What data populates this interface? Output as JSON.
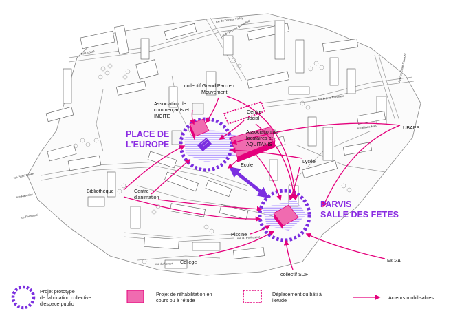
{
  "colors": {
    "magenta": "#e4007c",
    "magenta_fill": "#f06bb0",
    "violet": "#8a2be2",
    "violet_dots": "#7b2fe0",
    "hatch": "#b9a2ff"
  },
  "places": {
    "place_europe": [
      "PLACE DE",
      "L'EUROPE"
    ],
    "parvis": [
      "PARVIS",
      "SALLE DES FETES"
    ]
  },
  "actors": {
    "grand_parc": [
      "collectif Grand Parc en",
      "Mouvement"
    ],
    "commercants": [
      "Association de",
      "commerçants et",
      "INCITE"
    ],
    "centre_social": [
      "Centre",
      "social"
    ],
    "locataires": [
      "Association de",
      "locataires et",
      "AQUITANIS"
    ],
    "ecole": "Ecole",
    "lycee": "Lycée",
    "ubaps": "UBAPS",
    "bibliotheque": "Bibliothèque",
    "centre_animation": [
      "Centre",
      "d'animation"
    ],
    "piscine": "Piscine",
    "college": "Collège",
    "mc2a": "MC2A",
    "collectif_sdf": "collectif SDF"
  },
  "streets": {
    "docteur_finlay": "rue du Docteur Finlay",
    "schweitzer": "rue du Docteur Schweitzer",
    "godard": "Bd Godard",
    "freres_portmann": "rue des Frères Portmann",
    "emile_counord": "Avenue Emile Counord",
    "eliane_mas": "rue Eliane Mas",
    "henri_expert": "rue Henri Expert",
    "ravesies": "rue Ravesies",
    "pommerol": "rue Pommerol",
    "professeur": "rue du Professeur",
    "vercor": "rue du Vercor"
  },
  "legend": {
    "prototype": [
      "Projet prototype",
      "de fabrication collective",
      "d'espace public"
    ],
    "rehabilitation": [
      "Projet de réhabilitation en",
      "cours ou à l'étude"
    ],
    "deplacement": [
      "Déplacement du bâti à",
      "l'étude"
    ],
    "acteurs": "Acteurs mobilisables"
  }
}
